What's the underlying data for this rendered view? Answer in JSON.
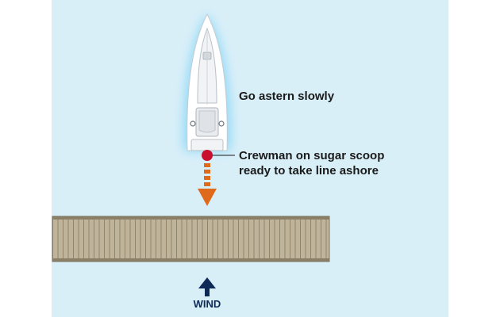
{
  "labels": {
    "go_astern": "Go astern slowly",
    "crewman_line1": "Crewman on sugar scoop",
    "crewman_line2": "ready to take line ashore",
    "wind": "WIND"
  },
  "colors": {
    "water": "#d9eff8",
    "pontoon": "#bfb49a",
    "crewman": "#c8102e",
    "motion_arrow": "#e06a1b",
    "wind_arrow": "#0e2a57"
  },
  "icons": {
    "boat": "yacht-top-view-icon",
    "crewman": "crewman-dot-icon",
    "motion": "dashed-arrow-down-icon",
    "wind": "arrow-up-icon"
  }
}
